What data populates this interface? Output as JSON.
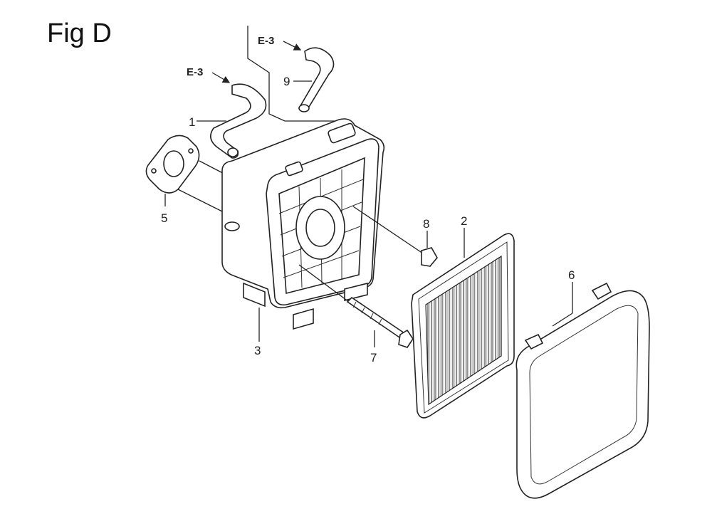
{
  "figure": {
    "title": "Fig D",
    "references": [
      {
        "id": "ref-upper",
        "label": "E-3"
      },
      {
        "id": "ref-lower",
        "label": "E-3"
      }
    ],
    "callouts": [
      {
        "id": "callout-1",
        "label": "1"
      },
      {
        "id": "callout-2",
        "label": "2"
      },
      {
        "id": "callout-3",
        "label": "3"
      },
      {
        "id": "callout-5",
        "label": "5"
      },
      {
        "id": "callout-6",
        "label": "6"
      },
      {
        "id": "callout-7",
        "label": "7"
      },
      {
        "id": "callout-8",
        "label": "8"
      },
      {
        "id": "callout-9",
        "label": "9"
      }
    ]
  }
}
